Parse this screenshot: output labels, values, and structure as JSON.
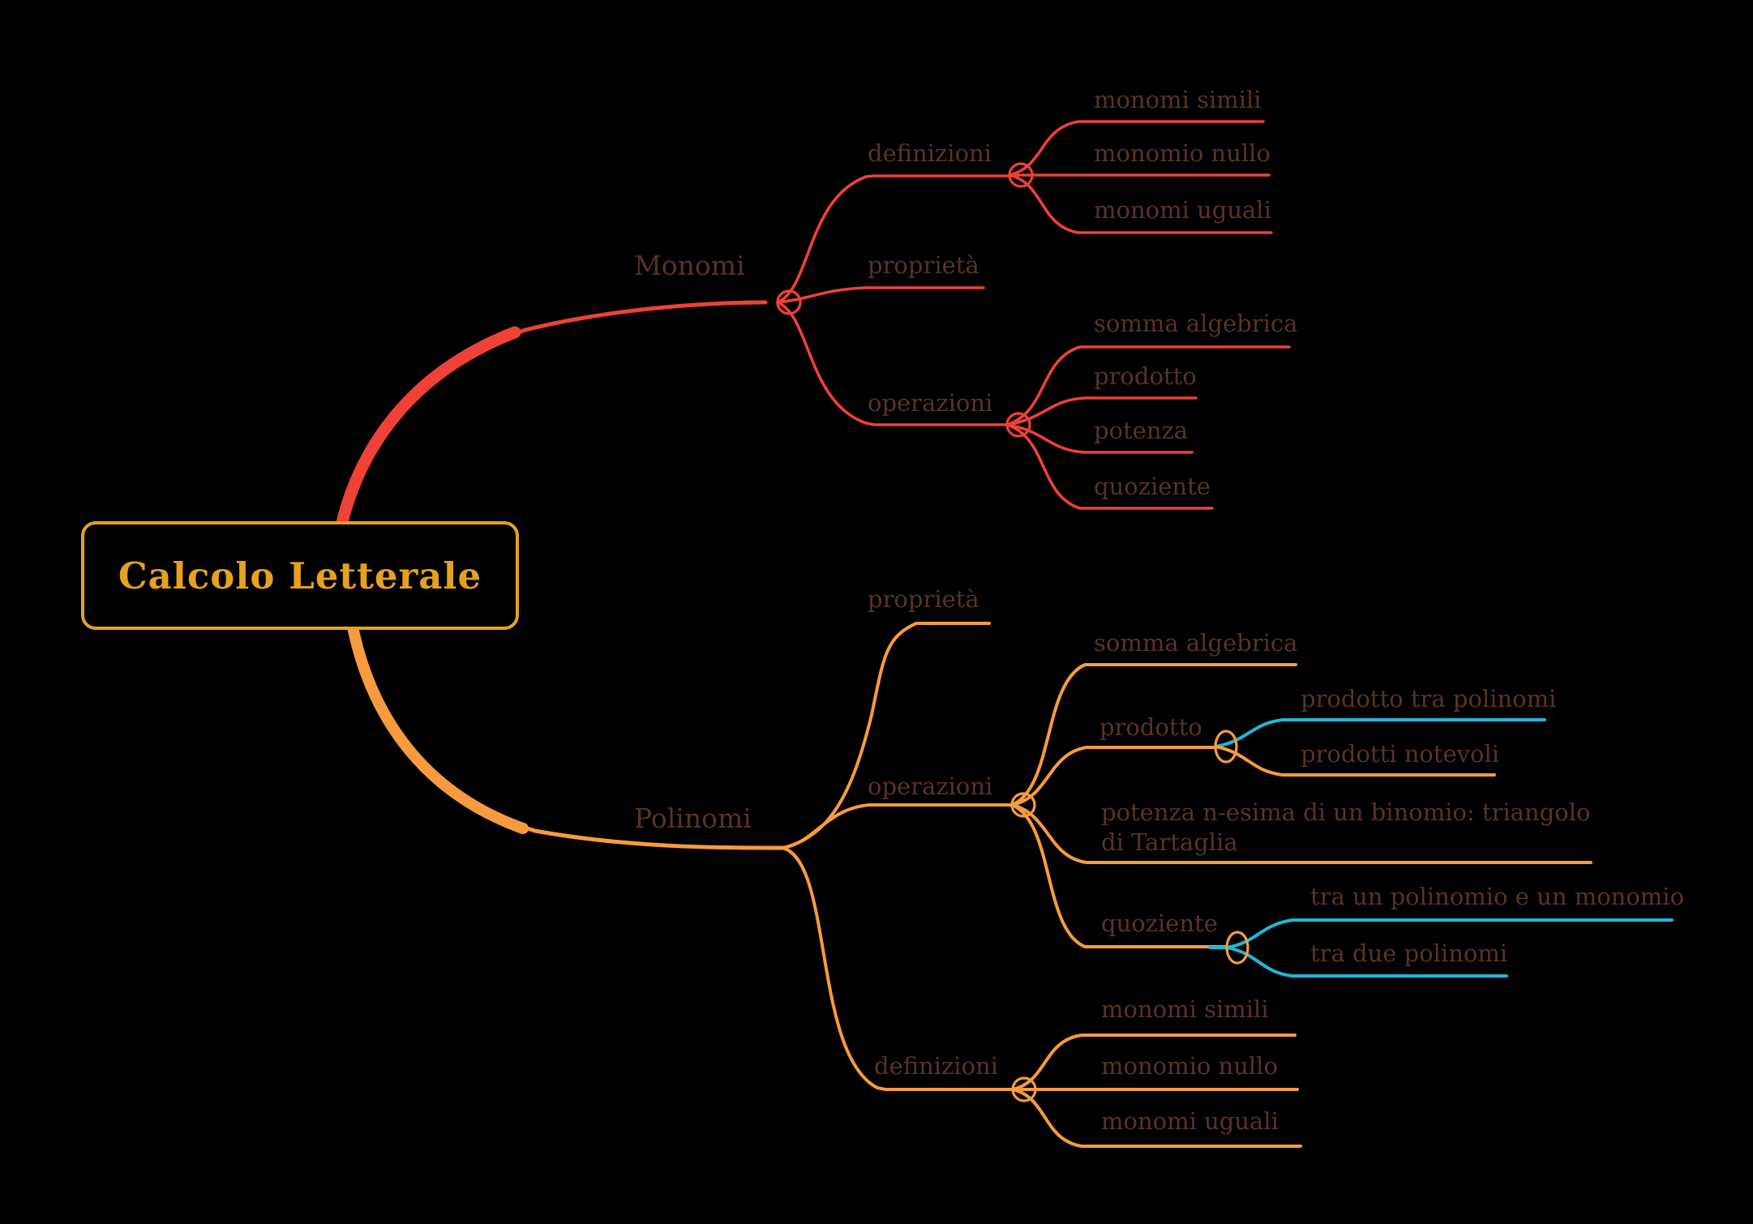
{
  "root": {
    "label": "Calcolo Letterale"
  },
  "colors": {
    "background": "#000000",
    "monomi_branch": "#EF4136",
    "polinomi_branch": "#F89B3E",
    "sub_branch_accent": "#1FB7D7",
    "root_accent": "#E6A21E",
    "label_text": "#553526"
  },
  "branches": [
    {
      "label": "Monomi",
      "color": "#EF4136",
      "children": [
        {
          "label": "definizioni",
          "children": [
            {
              "label": "monomi simili"
            },
            {
              "label": "monomio nullo"
            },
            {
              "label": "monomi uguali"
            }
          ]
        },
        {
          "label": "proprietà"
        },
        {
          "label": "operazioni",
          "children": [
            {
              "label": "somma algebrica"
            },
            {
              "label": "prodotto"
            },
            {
              "label": "potenza"
            },
            {
              "label": "quoziente"
            }
          ]
        }
      ]
    },
    {
      "label": "Polinomi",
      "color": "#F89B3E",
      "children": [
        {
          "label": "proprietà"
        },
        {
          "label": "operazioni",
          "children": [
            {
              "label": "somma algebrica"
            },
            {
              "label": "prodotto",
              "children": [
                {
                  "label": "prodotto tra polinomi"
                },
                {
                  "label": "prodotti notevoli"
                }
              ]
            },
            {
              "label": "potenza n-esima di un binomio: triangolo di Tartaglia"
            },
            {
              "label": "quoziente",
              "children": [
                {
                  "label": "tra un polinomio e un monomio"
                },
                {
                  "label": "tra due polinomi"
                }
              ]
            }
          ]
        },
        {
          "label": "definizioni",
          "children": [
            {
              "label": "monomi simili"
            },
            {
              "label": "monomio nullo"
            },
            {
              "label": "monomi uguali"
            }
          ]
        }
      ]
    }
  ]
}
